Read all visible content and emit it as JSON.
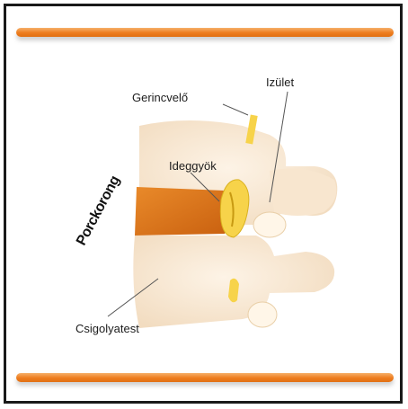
{
  "labels": {
    "spinal_cord": "Gerincvelő",
    "joint": "Izület",
    "nerve_root": "Ideggyök",
    "disc": "Porckorong",
    "vertebral_body": "Csigolyatest"
  },
  "colors": {
    "frame": "#1a1a1a",
    "accent_bar": "#ee7d1f",
    "bone": "#fbe9d4",
    "disc": "#e07a1c",
    "nerve": "#f7d34a"
  }
}
